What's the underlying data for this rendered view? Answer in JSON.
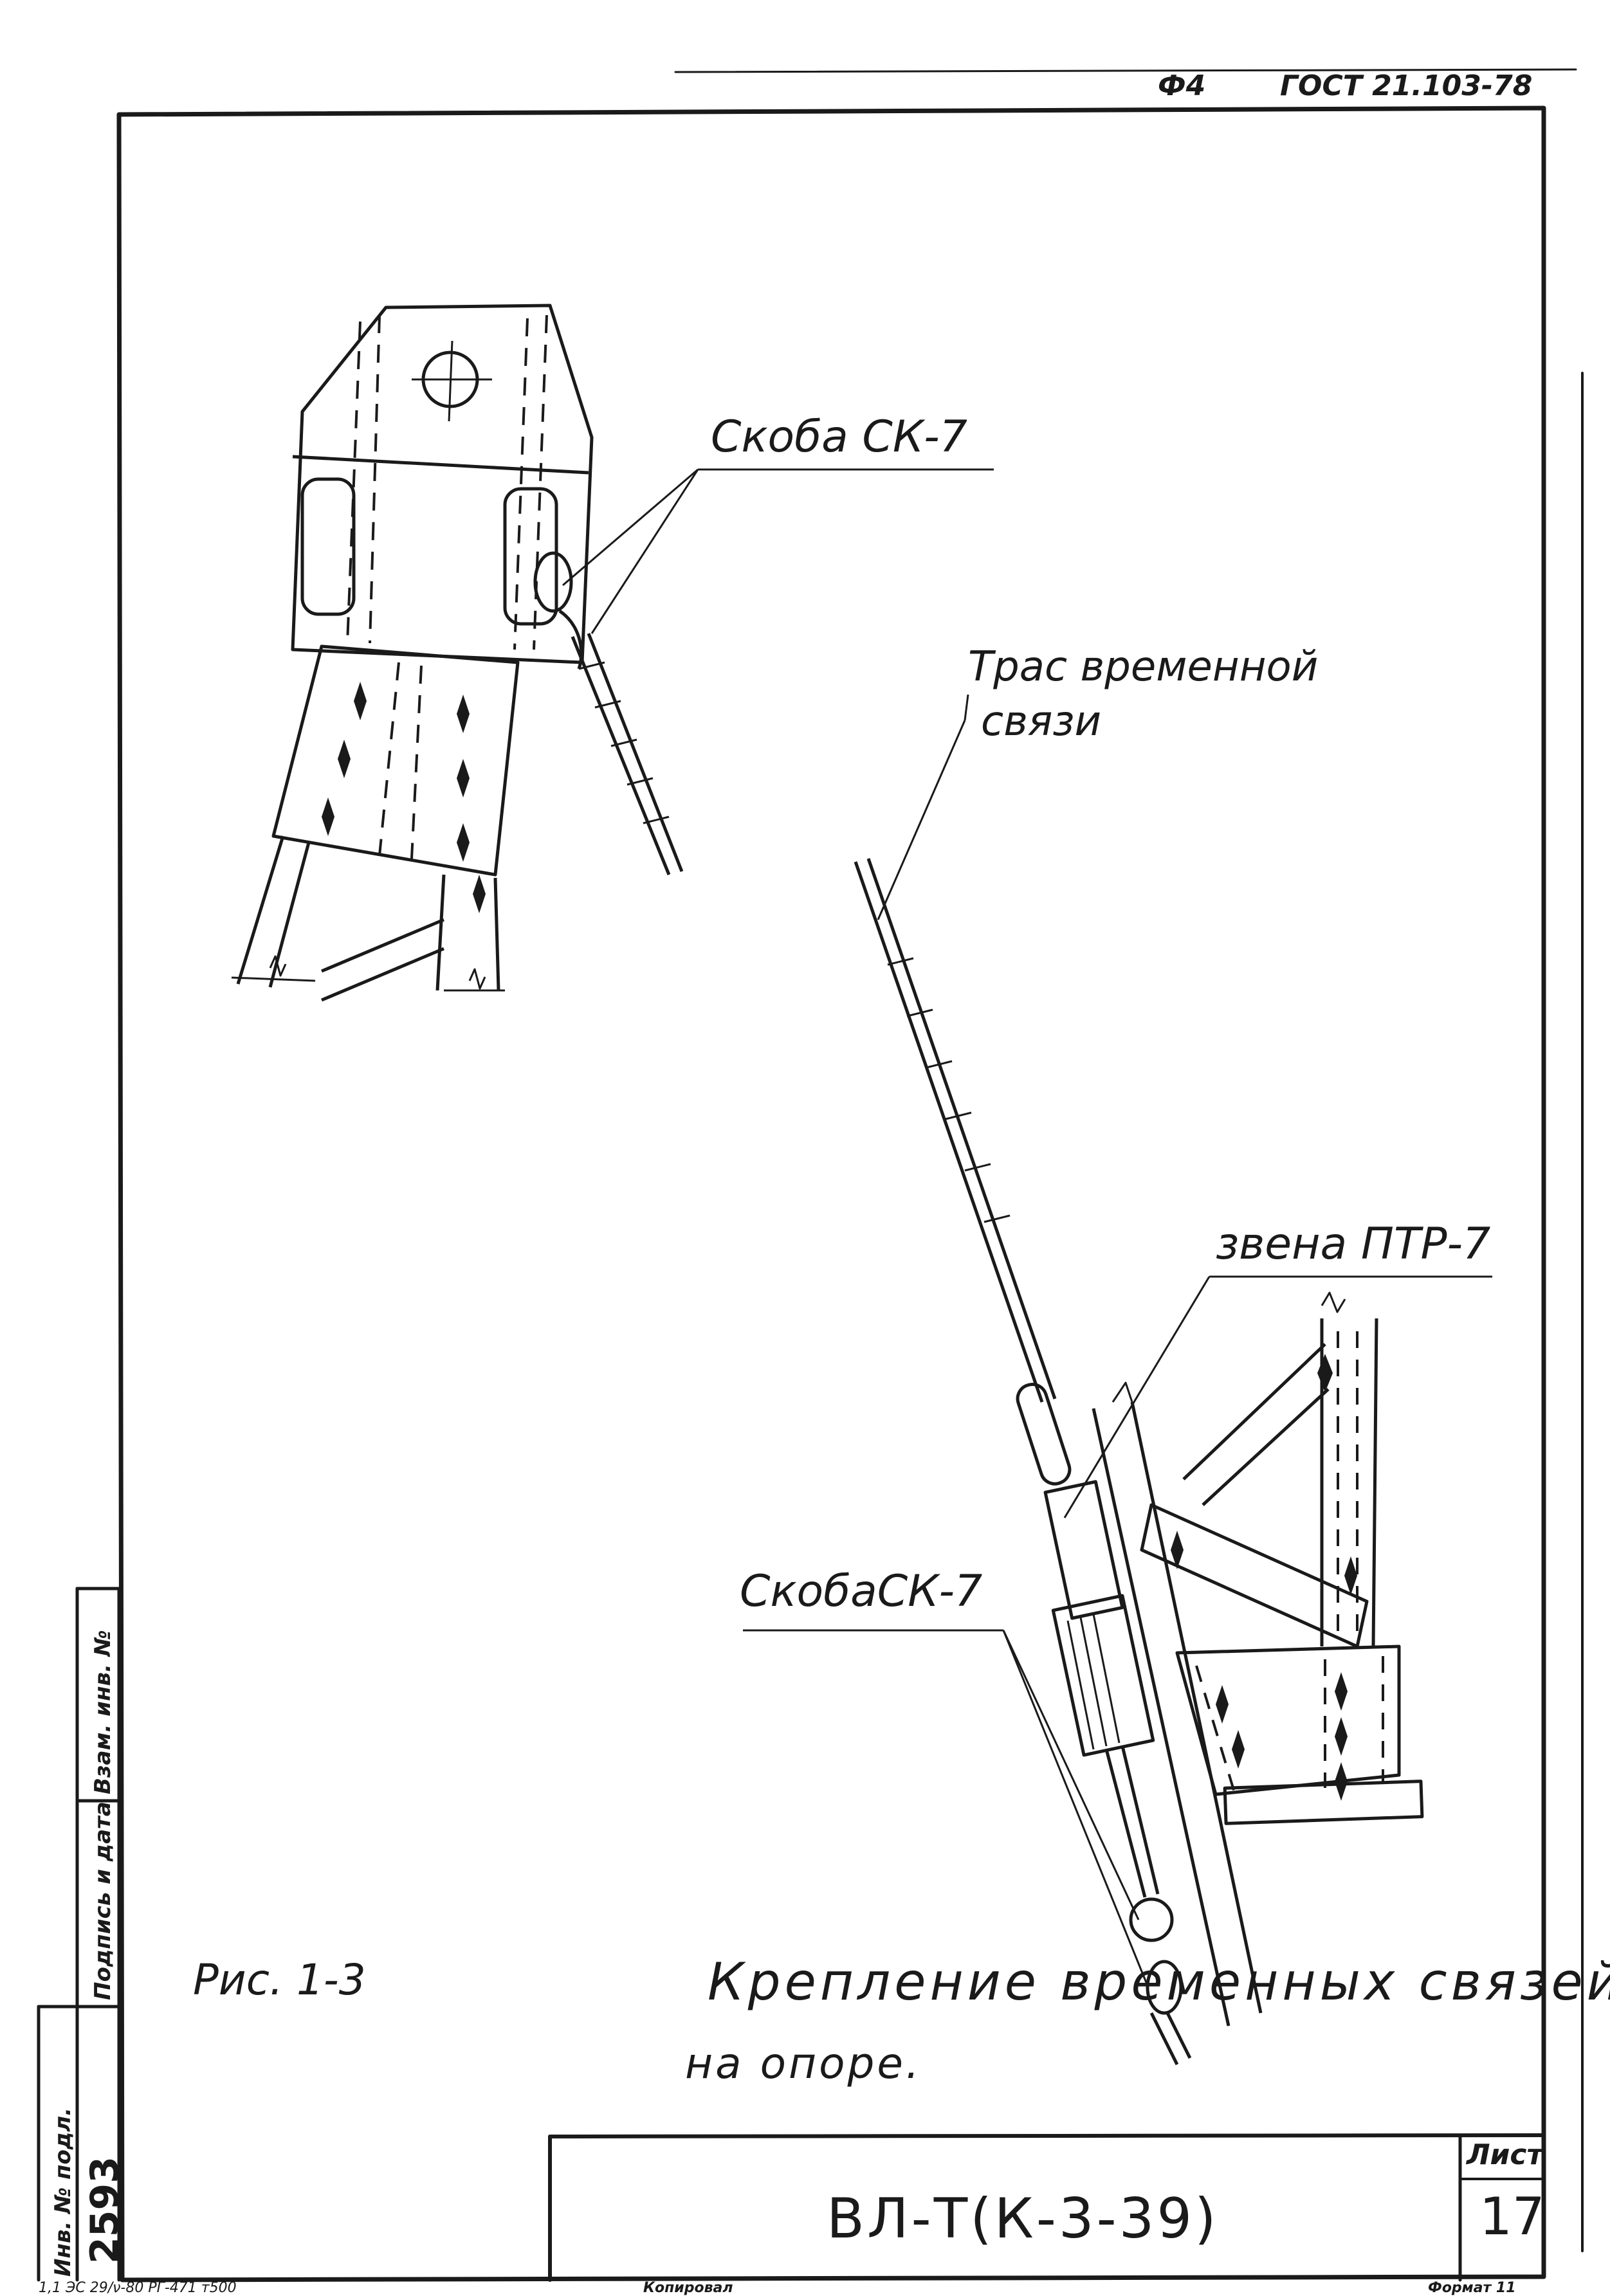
{
  "header": {
    "format_code": "Ф4",
    "standard": "ГОСТ 21.103-78"
  },
  "labels": {
    "bracket_top": "Скоба СК-7",
    "cable_line1": "Трас временной",
    "cable_line2": "связи",
    "link": "звена ПТР-7",
    "bracket_bottom": "СкобаСК-7",
    "figure_number": "Рис. 1-3",
    "caption_line1": "Крепление временных связей",
    "caption_line2": "на опоре."
  },
  "title_block": {
    "designation": "ВЛ-Т(К-3-39)",
    "sheet_label": "Лист",
    "sheet_number": "17"
  },
  "side_stamp": {
    "inv_label": "Инв. № подл.",
    "sign_label": "Подпись и дата",
    "replace_label": "Взам. инв. №",
    "inv_number": "2593"
  },
  "footer": {
    "order_text": "1,1 ЭС 29/ν-80 РГ-471 т500",
    "copied_label": "Копировал",
    "format_label": "Формат 11"
  }
}
